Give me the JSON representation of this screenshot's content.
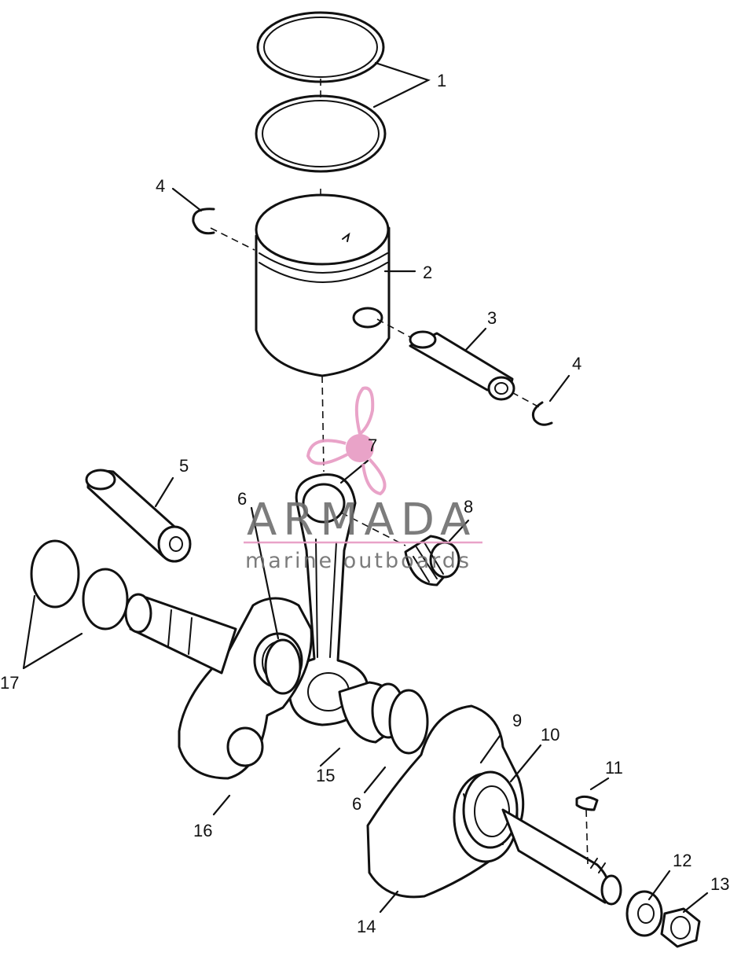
{
  "callouts": [
    "1",
    "2",
    "3",
    "4",
    "4",
    "5",
    "6",
    "7",
    "8",
    "6",
    "9",
    "10",
    "11",
    "12",
    "13",
    "14",
    "15",
    "16",
    "17"
  ],
  "watermark": {
    "brand": "ARMADA",
    "tagline": "marine outboards",
    "logo_color": "#e79ac3",
    "text_color": "#6e6e6e"
  },
  "colors": {
    "line": "#111111",
    "background": "#ffffff"
  }
}
